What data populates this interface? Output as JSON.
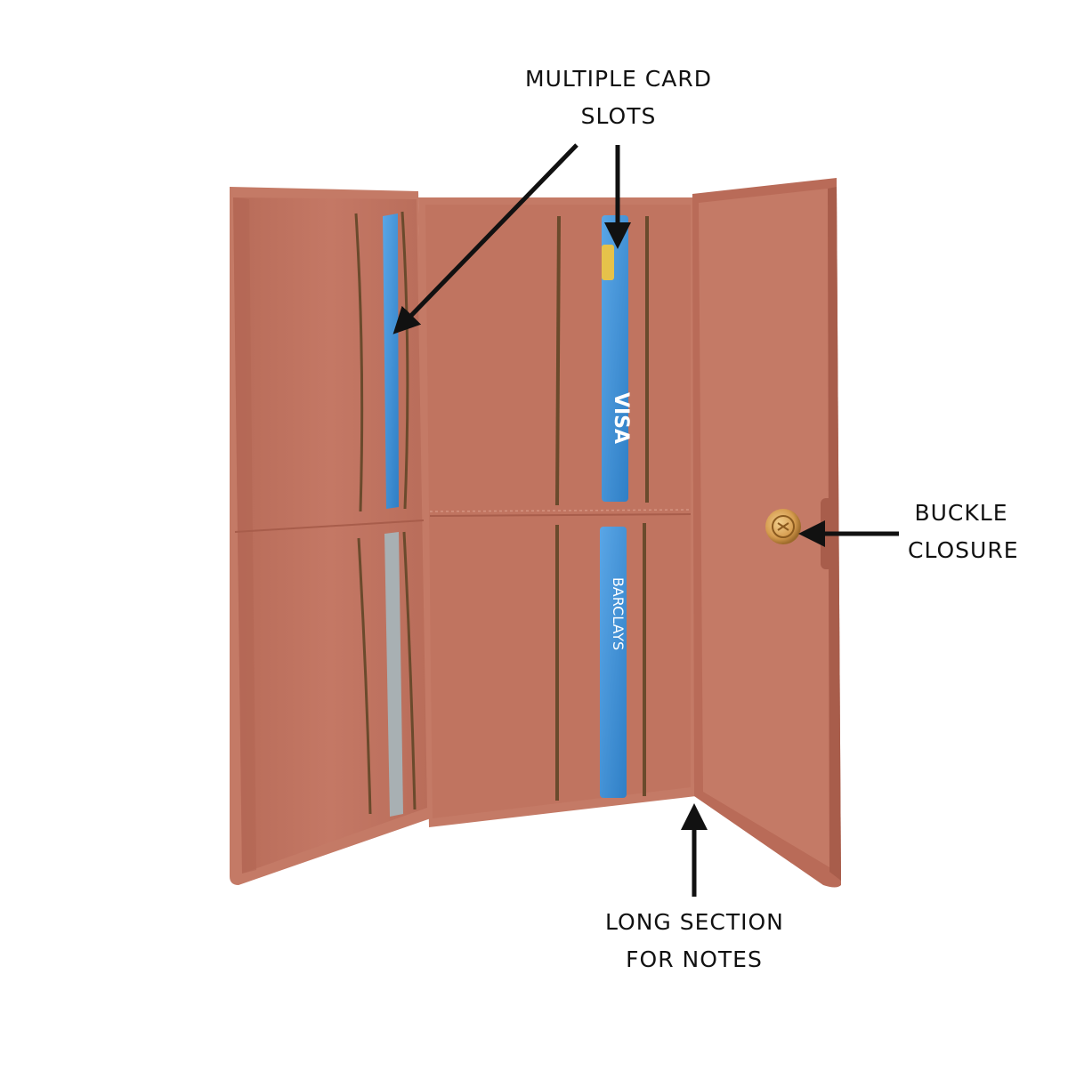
{
  "colors": {
    "background": "#ffffff",
    "leather": "#c27562",
    "leather_light": "#cf8a77",
    "leather_dark": "#9e5848",
    "slot_line": "#6a4a2c",
    "card_blue": "#3c8fd6",
    "card_gray": "#a9b0b4",
    "buckle_gold": "#d9a457",
    "annotation": "#111111"
  },
  "callouts": {
    "card_slots": {
      "line1": "MULTIPLE CARD",
      "line2": "SLOTS"
    },
    "buckle": {
      "line1": "BUCKLE",
      "line2": "CLOSURE"
    },
    "notes": {
      "line1": "LONG SECTION",
      "line2": "FOR NOTES"
    }
  },
  "cards": {
    "visa_brand": "VISA",
    "bank_brand": "BARCLAYS"
  },
  "icons": {
    "card_slots_arrow": "arrow-icon",
    "buckle_arrow": "arrow-icon",
    "notes_arrow": "arrow-icon"
  }
}
